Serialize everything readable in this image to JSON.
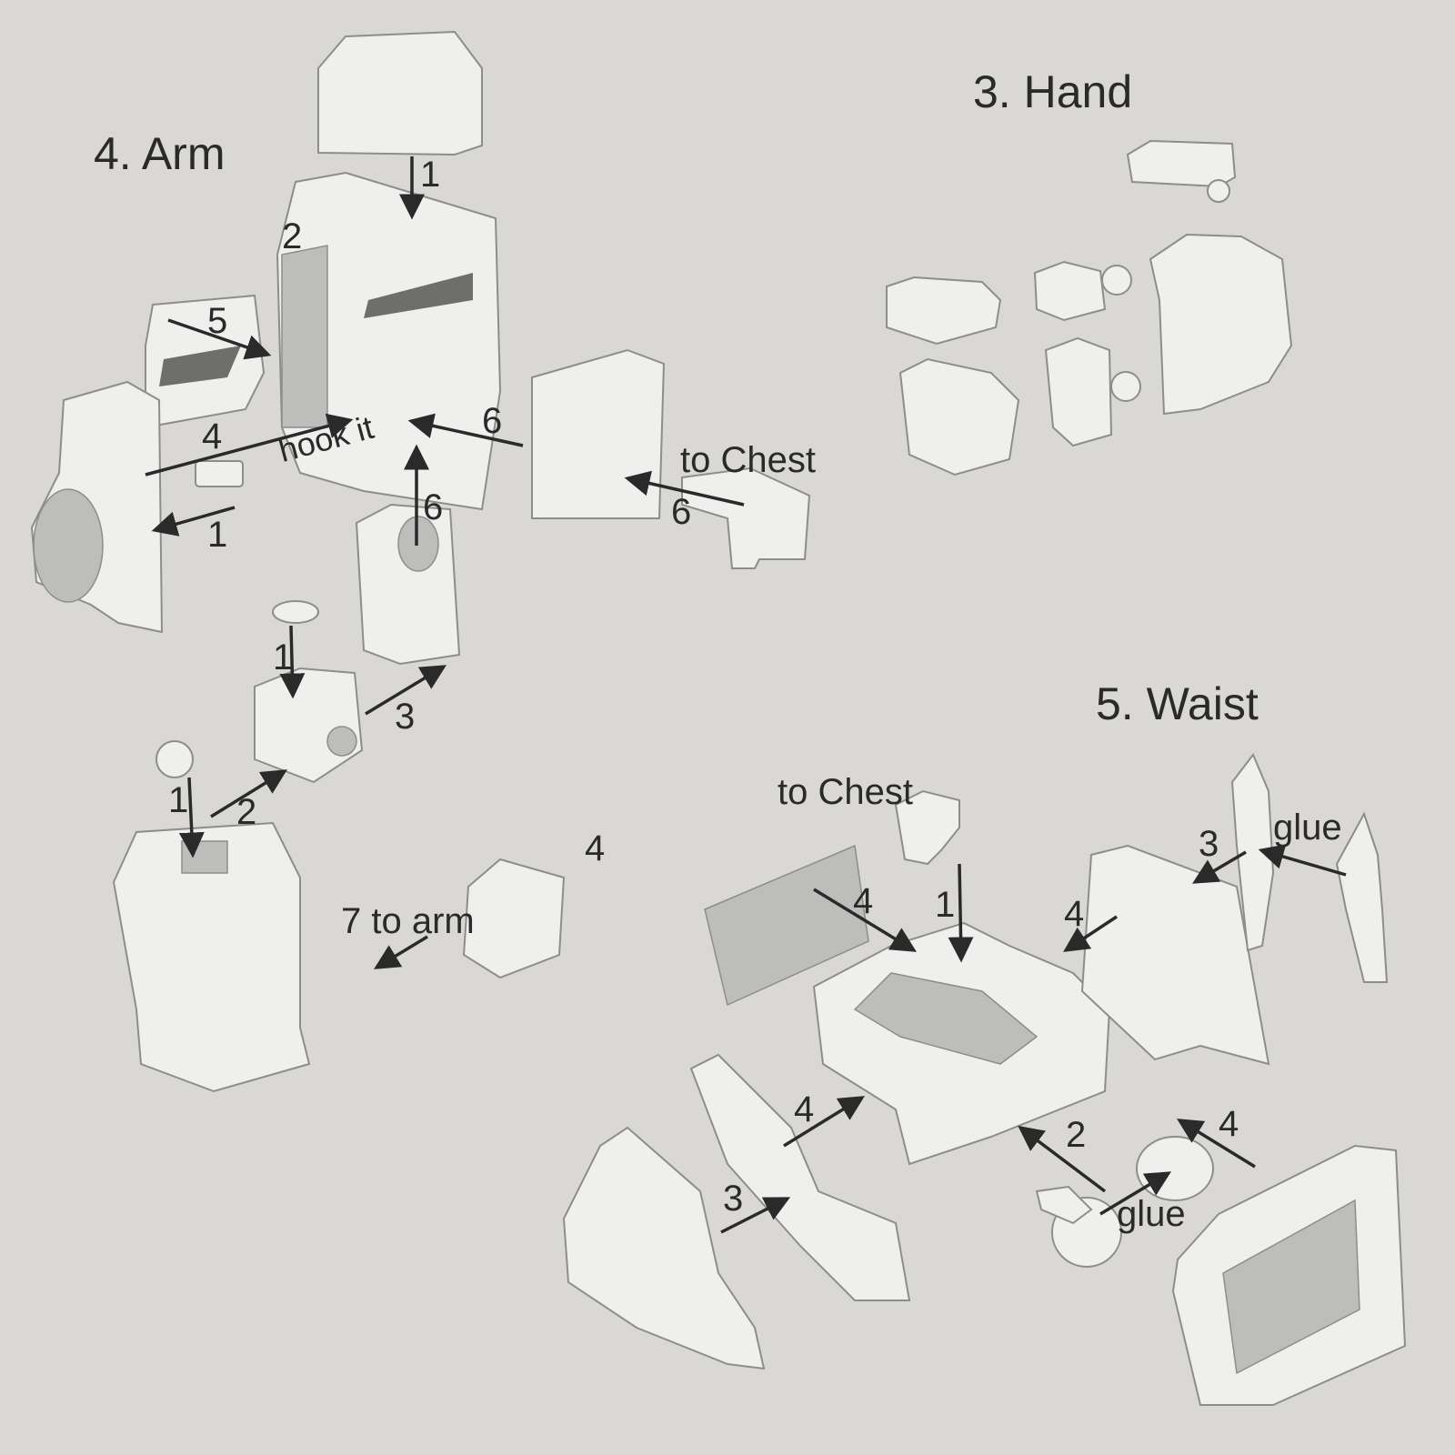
{
  "titles": {
    "arm": "4. Arm",
    "hand": "3. Hand",
    "waist": "5. Waist"
  },
  "arm_labels": [
    "1",
    "2",
    "5",
    "4",
    "hook it",
    "6",
    "6",
    "to Chest",
    "6",
    "1",
    "1",
    "3",
    "1",
    "2",
    "4",
    "7 to arm"
  ],
  "waist_labels": [
    "to Chest",
    "glue",
    "3",
    "4",
    "1",
    "4",
    "4",
    "2",
    "4",
    "3",
    "glue"
  ],
  "colors": {
    "background": "#d9d8d4",
    "part": "#efefed",
    "arrow": "#2a2a2a"
  }
}
